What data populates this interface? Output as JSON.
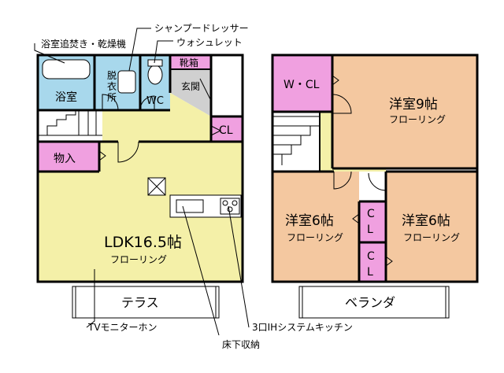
{
  "callouts": {
    "bath_dryer": "浴室追焚き・乾燥機",
    "shampoo_dresser": "シャンプードレッサー",
    "washlet": "ウォシュレット",
    "tv_outlet": "TVモニターホン",
    "ih_kitchen": "3口IHシステムキッチン",
    "underfloor": "床下収納"
  },
  "floor1": {
    "bath": "浴室",
    "dressing": [
      "脱",
      "衣",
      "所"
    ],
    "wc": "WC",
    "shoe": "靴箱",
    "entrance": "玄関",
    "cl": "CL",
    "storage": "物入",
    "ldk": "LDK16.5帖",
    "ldk_floor": "フローリング",
    "terrace": "テラス"
  },
  "floor2": {
    "wcl": "W・CL",
    "room9": "洋室9帖",
    "room9_floor": "フローリング",
    "room6a": "洋室6帖",
    "room6a_floor": "フローリング",
    "room6b": "洋室6帖",
    "room6b_floor": "フローリング",
    "cl1": [
      "C",
      "L"
    ],
    "cl2": [
      "C",
      "L"
    ],
    "balcony": "ベランダ"
  },
  "colors": {
    "bath": "#a8d8ec",
    "dressing": "#a8d8ec",
    "wc": "#a8d8ec",
    "ldk": "#f4f0a8",
    "hall": "#f4f0a8",
    "storage": "#f0a0e0",
    "entrance": "#d0d0d0",
    "bedroom": "#f4c8a0",
    "wall": "#000000"
  }
}
